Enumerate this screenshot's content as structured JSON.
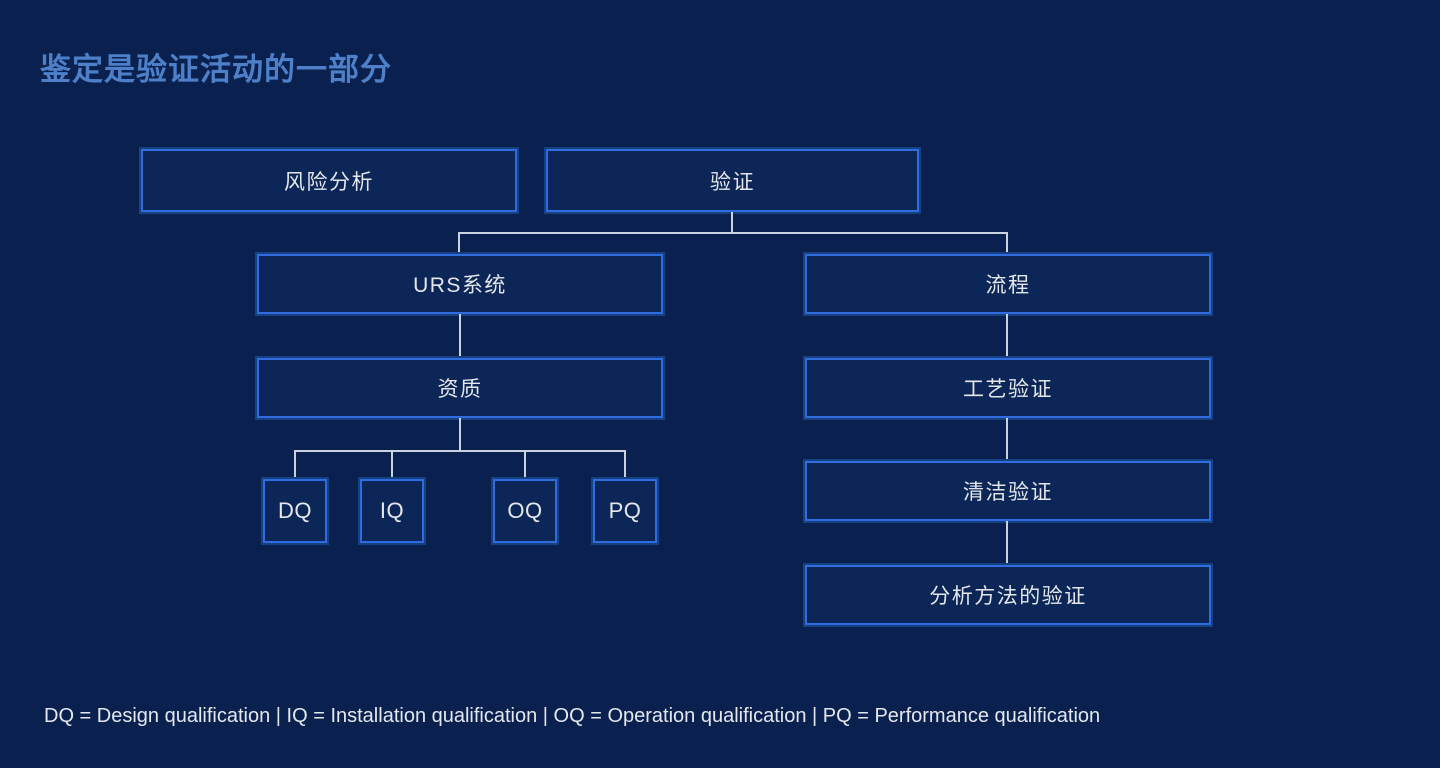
{
  "title": "鉴定是验证活动的一部分",
  "nodes": {
    "risk_analysis": "风险分析",
    "validation": "验证",
    "urs_system": "URS系统",
    "process": "流程",
    "qualification": "资质",
    "dq": "DQ",
    "iq": "IQ",
    "oq": "OQ",
    "pq": "PQ",
    "process_validation": "工艺验证",
    "cleaning_validation": "清洁验证",
    "analytical_method_validation": "分析方法的验证"
  },
  "legend": "DQ = Design qualification | IQ = Installation qualification | OQ = Operation qualification | PQ = Performance qualification",
  "colors": {
    "background": "#0a2150",
    "box_fill": "#0c2657",
    "accent": "#2e6cdf",
    "accent_glow": "#16407f",
    "line": "#c9d2df",
    "text": "#e4e7ec",
    "title_color": "#4d80c9"
  }
}
